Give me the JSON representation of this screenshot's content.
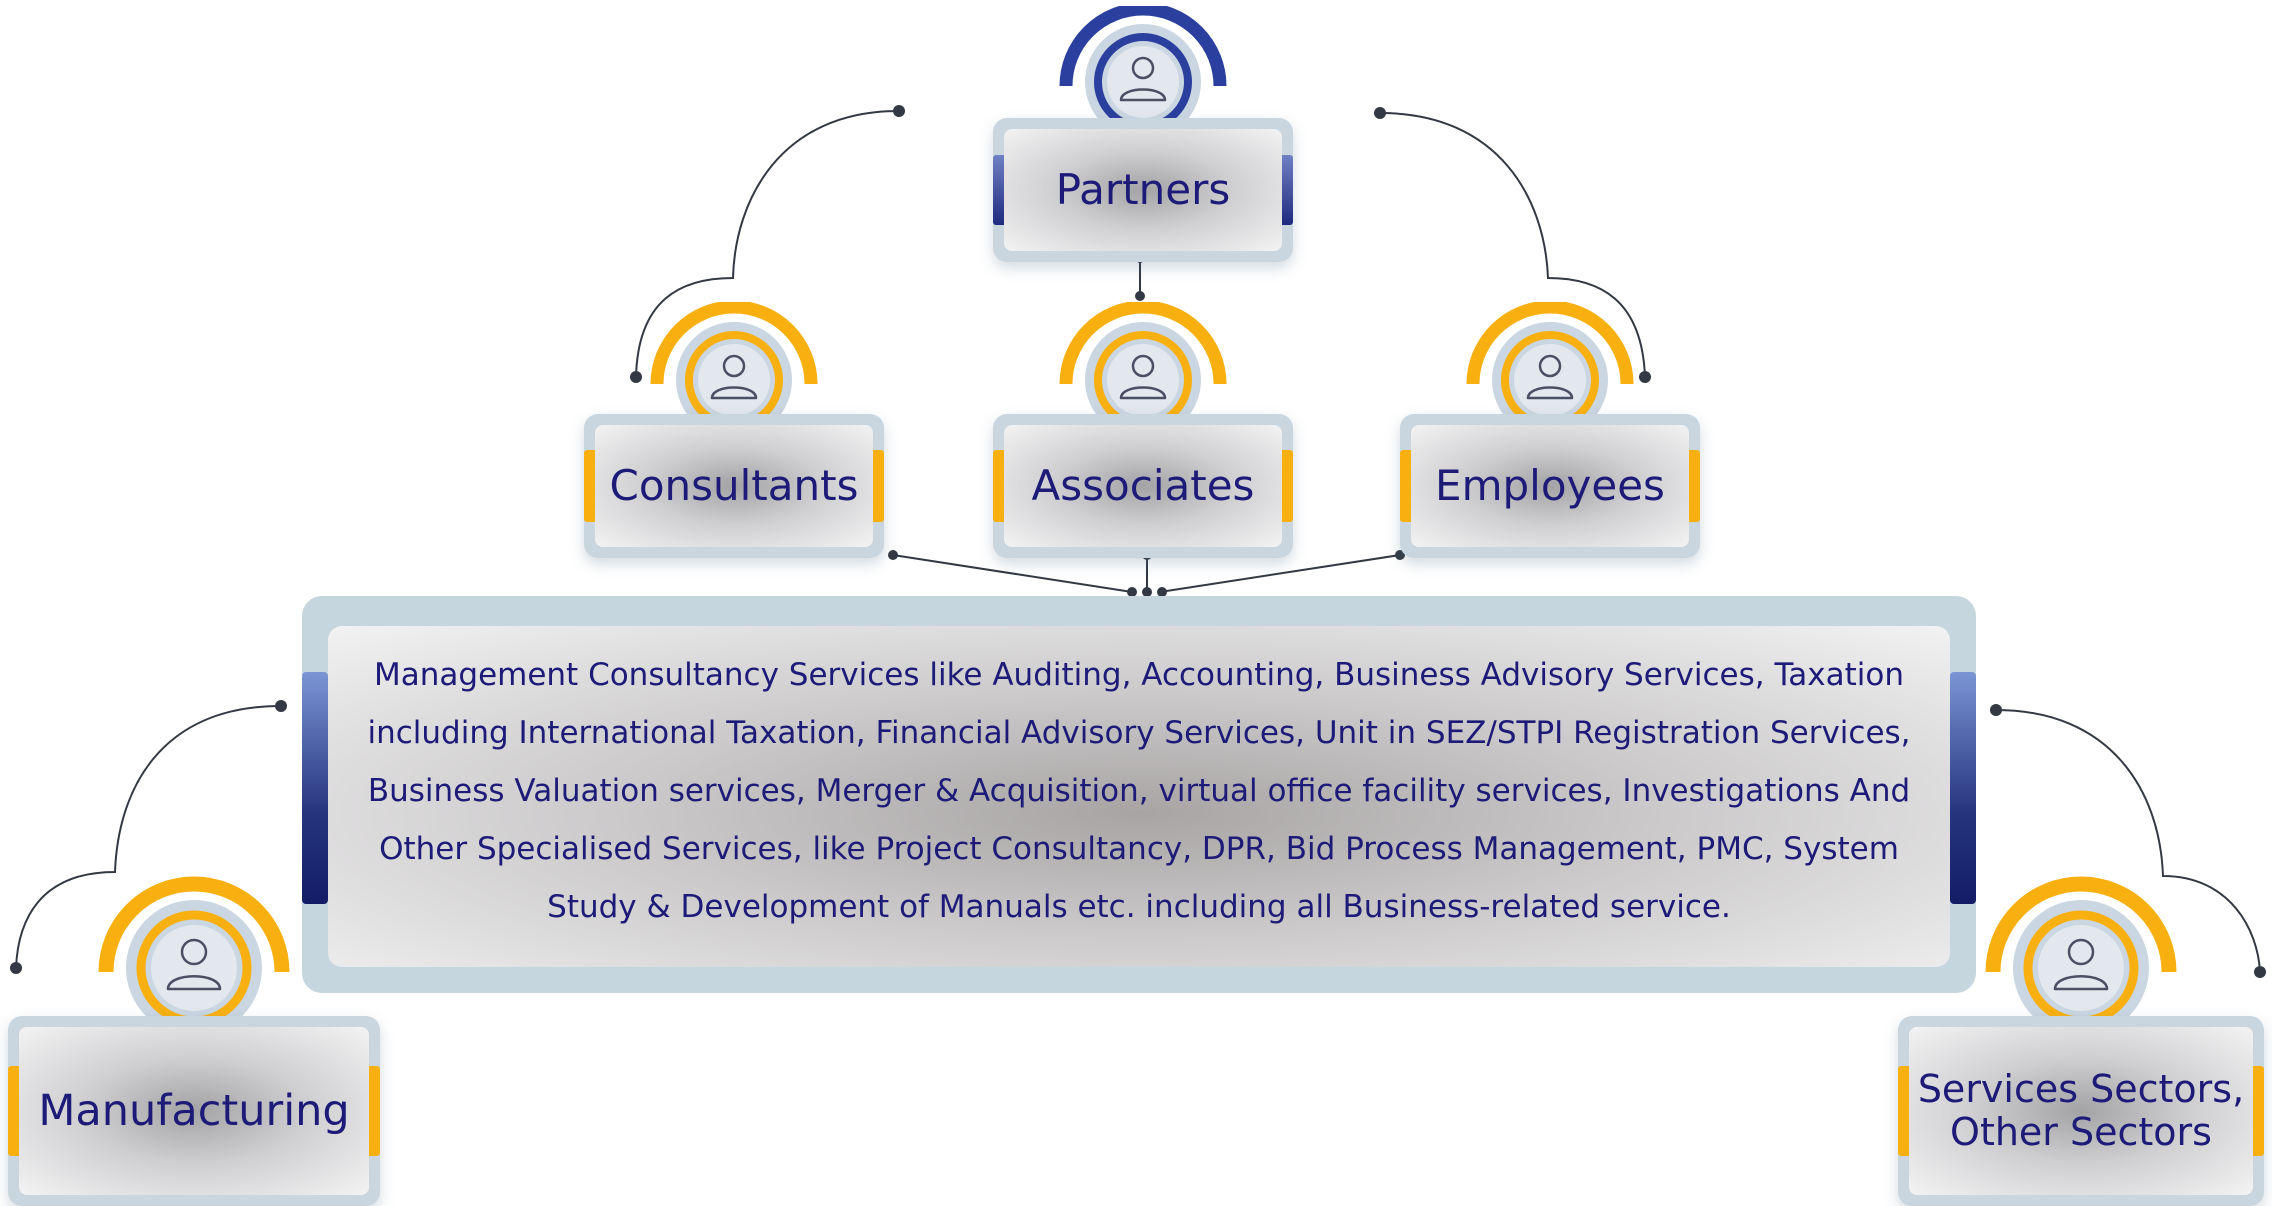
{
  "diagram": {
    "top": {
      "label": "Partners",
      "icon": "user-icon"
    },
    "middle": [
      {
        "label": "Consultants",
        "icon": "user-icon"
      },
      {
        "label": "Associates",
        "icon": "user-icon"
      },
      {
        "label": "Employees",
        "icon": "user-icon"
      }
    ],
    "center_text": "Management Consultancy Services like Auditing, Accounting, Business Advisory Services,  Taxation including International Taxation, Financial Advisory Services, Unit in SEZ/STPI  Registration Services, Business Valuation  services, Merger & Acquisition, virtual office  facility services, Investigations And Other Specialised Services, like Project Consultancy,  DPR, Bid Process Management, PMC, System Study & Development of Manuals etc.  including all Business-related service.",
    "bottom": [
      {
        "label": "Manufacturing",
        "icon": "user-icon"
      },
      {
        "label": "Services Sectors, Other Sectors",
        "icon": "user-icon"
      }
    ]
  },
  "colors": {
    "text": "#1d1a78",
    "ring_orange": "#f8b010",
    "ring_blue": "#2b3f9e",
    "card_frame": "#c9d6e0",
    "connector": "#333944"
  }
}
